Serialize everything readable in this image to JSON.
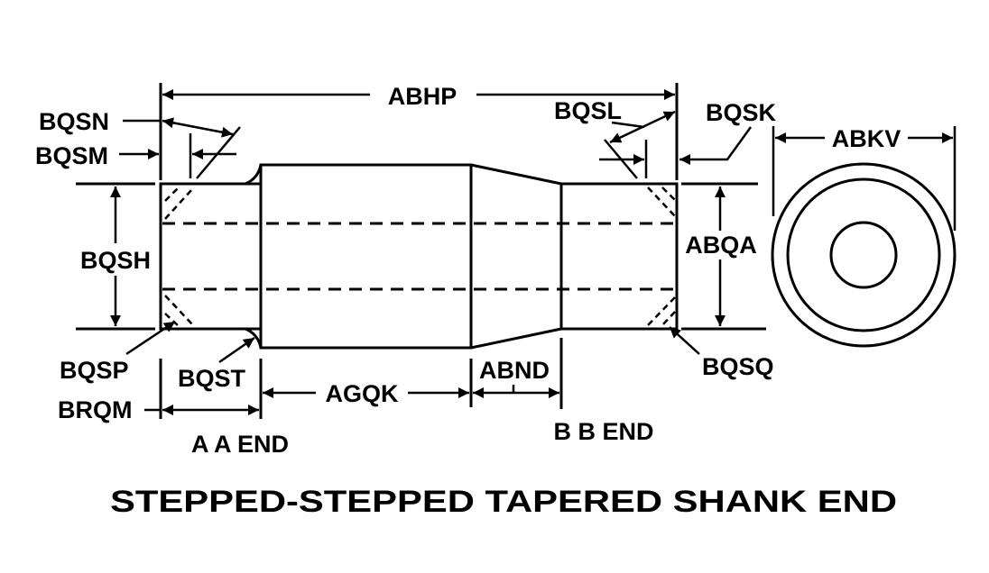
{
  "title": "STEPPED-STEPPED TAPERED SHANK END",
  "colors": {
    "ink": "#000000",
    "background": "#ffffff"
  },
  "labels": {
    "abhp": "ABHP",
    "bqsn": "BQSN",
    "bqsm": "BQSM",
    "bqsl": "BQSL",
    "bqsk": "BQSK",
    "abkv": "ABKV",
    "bqsh": "BQSH",
    "abqa": "ABQA",
    "bqsp": "BQSP",
    "bqst": "BQST",
    "brqm": "BRQM",
    "agqk": "AGQK",
    "abnd": "ABND",
    "bqsq": "BQSQ",
    "a_end": "A A END",
    "b_end": "B B END"
  }
}
